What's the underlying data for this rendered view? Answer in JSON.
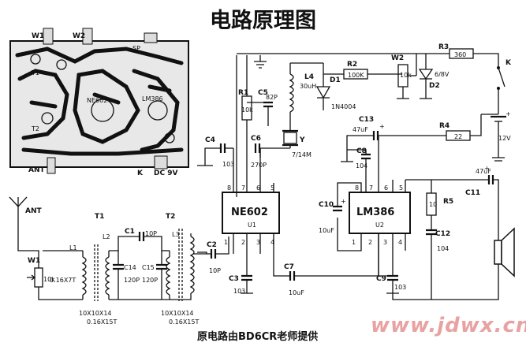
{
  "title": "电路原理图",
  "caption": "原电路由BD6CR老师提供",
  "watermark": "www.jdwx.cn",
  "pcb": {
    "w1": "W1",
    "w2": "W2",
    "sp": "SP",
    "ant": "ANT",
    "k": "K",
    "dc": "DC 9V",
    "t1": "T1",
    "t2": "T2",
    "ne": "NE602",
    "lm": "LM386"
  },
  "components": {
    "ant": "ANT",
    "w1": "W1",
    "w1_val": "10k",
    "l1": "L1",
    "l1_val": "0.16X7T",
    "l2": "L2",
    "t1": "T1",
    "t1_core": "10X10X14",
    "t1_wire": "0.16X15T",
    "t2": "T2",
    "t2_core": "10X10X14",
    "t2_wire": "0.16X15T",
    "l3": "L3",
    "c1": "C1",
    "c1_val": "10P",
    "c14": "C14",
    "c14_val": "120P",
    "c15": "C15",
    "c15_val": "120P",
    "c2": "C2",
    "c2_val": "10P",
    "c3": "C3",
    "c3_val": "103",
    "c4": "C4",
    "c4_val": "103",
    "c5": "C5",
    "c5_val": "82P",
    "c6": "C6",
    "c6_val": "270P",
    "r1": "R1",
    "r1_val": "10k",
    "l4": "L4",
    "l4_val": "30uH",
    "y": "Y",
    "y_val": "7/14M",
    "d1": "D1",
    "d1_val": "1N4004",
    "r2": "R2",
    "r2_val": "100K",
    "w2": "W2",
    "w2_val": "10k",
    "d2": "D2",
    "d2_val": "6/8V",
    "r3": "R3",
    "r3_val": "360",
    "r4": "R4",
    "r4_val": "22",
    "k": "K",
    "bat_val": "12V",
    "c13": "C13",
    "c13_val": "47uF",
    "c8": "C8",
    "c8_val": "104",
    "c10": "C10",
    "c10_val": "10uF",
    "c7": "C7",
    "c7_val": "10uF",
    "c9": "C9",
    "c9_val": "103",
    "r5": "R5",
    "r5_val": "10",
    "c12": "C12",
    "c12_val": "104",
    "c11": "C11",
    "c11_val": "47uF",
    "plus1": "+",
    "plus2": "+",
    "plus3": "+",
    "plus4": "+"
  },
  "u1": {
    "name": "NE602",
    "ref": "U1",
    "pins_top": [
      "8",
      "7",
      "6",
      "5"
    ],
    "pins_bottom": [
      "1",
      "2",
      "3",
      "4"
    ]
  },
  "u2": {
    "name": "LM386",
    "ref": "U2",
    "pins_top": [
      "8",
      "7",
      "6",
      "5"
    ],
    "pins_bottom": [
      "1",
      "2",
      "3",
      "4"
    ]
  }
}
